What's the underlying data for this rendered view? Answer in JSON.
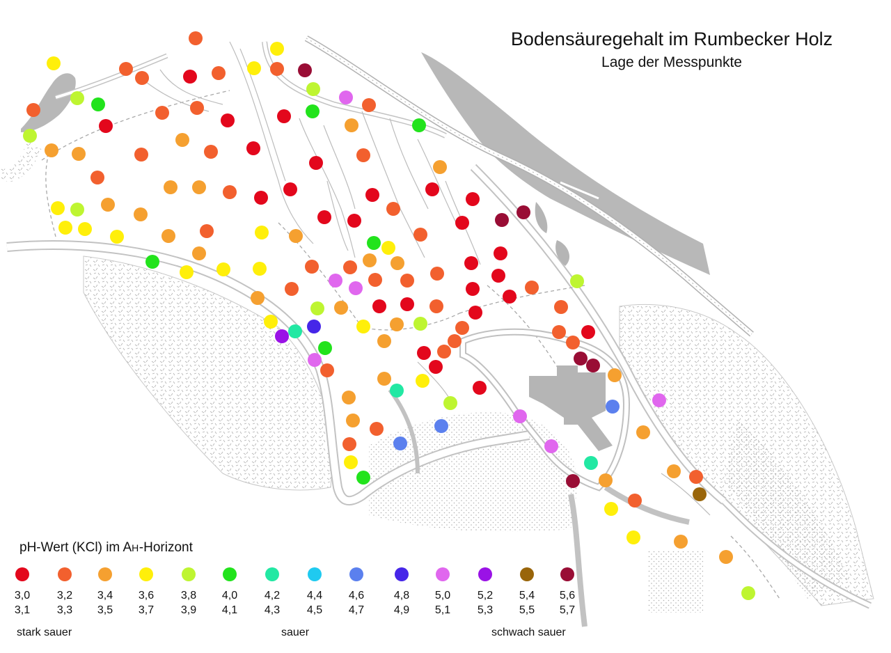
{
  "title": "Bodensäuregehalt im Rumbecker Holz",
  "subtitle": "Lage der Messpunkte",
  "legend": {
    "title_prefix": "pH-Wert (KCl) im A",
    "title_sub": "H",
    "title_suffix": "-Horizont",
    "classes": [
      {
        "top": "3,0",
        "bottom": "3,1",
        "color": "#e3071c"
      },
      {
        "top": "3,2",
        "bottom": "3,3",
        "color": "#f2602e"
      },
      {
        "top": "3,4",
        "bottom": "3,5",
        "color": "#f5a030"
      },
      {
        "top": "3,6",
        "bottom": "3,7",
        "color": "#ffef0a"
      },
      {
        "top": "3,8",
        "bottom": "3,9",
        "color": "#bef531"
      },
      {
        "top": "4,0",
        "bottom": "4,1",
        "color": "#22e31c"
      },
      {
        "top": "4,2",
        "bottom": "4,3",
        "color": "#22e8a3"
      },
      {
        "top": "4,4",
        "bottom": "4,5",
        "color": "#1fcaf0"
      },
      {
        "top": "4,6",
        "bottom": "4,7",
        "color": "#5b80ee"
      },
      {
        "top": "4,8",
        "bottom": "4,9",
        "color": "#4626e8"
      },
      {
        "top": "5,0",
        "bottom": "5,1",
        "color": "#e067ee"
      },
      {
        "top": "5,2",
        "bottom": "5,3",
        "color": "#9a12e6"
      },
      {
        "top": "5,4",
        "bottom": "5,5",
        "color": "#99650a"
      },
      {
        "top": "5,6",
        "bottom": "5,7",
        "color": "#990d35"
      }
    ],
    "acidity_labels": {
      "strong": "stark sauer",
      "medium": "sauer",
      "weak": "schwach sauer"
    }
  },
  "measurement_count_note": "",
  "colors": {
    "building": "#b5b5b5",
    "path": "#c2c2c2",
    "stipple": "#b8b8b8"
  }
}
